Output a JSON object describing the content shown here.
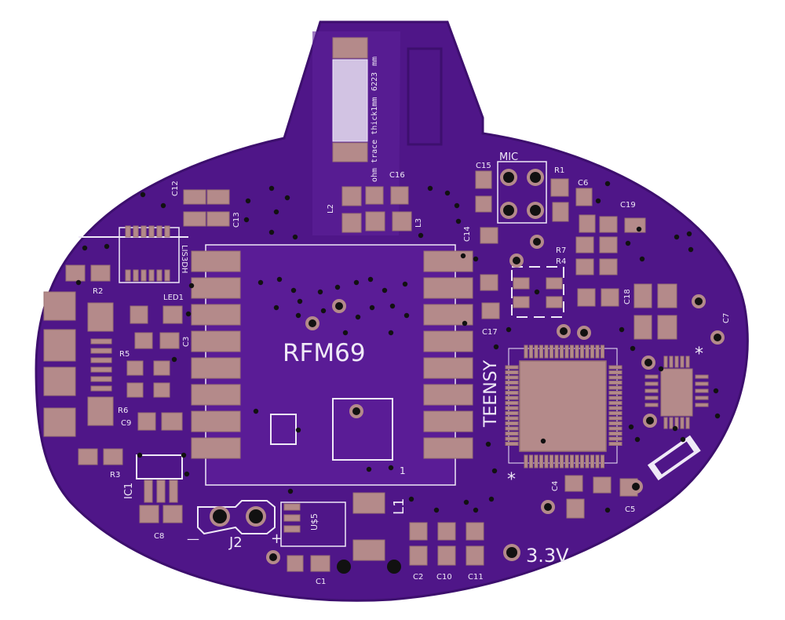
{
  "board": {
    "colors": {
      "substrate": "#4f1688",
      "substrate_edge": "#3d0f6e",
      "copper_pour": "#5d219a",
      "pad": "#b48a8a",
      "pad_edge": "#9a7272",
      "hole": "#111111",
      "silkscreen": "#efe9f7",
      "ring": "#d8b26a"
    },
    "labels": {
      "rfm": "RFM69",
      "teensy": "TEENSY",
      "mic": "MIC",
      "voltage": "3.3V",
      "minus": "—",
      "plus": "+",
      "j2": "J2",
      "l1": "L1",
      "l2": "L2",
      "l3": "L3",
      "ic1": "IC1",
      "us5": "U$5",
      "lis": "LIS3DH",
      "led1": "LED1",
      "trace_note": "ohm trace thick1mm",
      "trace_note_overlap": "6223",
      "trace_note_unit": "mm",
      "one": "1",
      "star": "*",
      "r1": "R1",
      "r2": "R2",
      "r3": "R3",
      "r4": "R4",
      "r5": "R5",
      "r6": "R6",
      "r7": "R7",
      "c1": "C1",
      "c2": "C2",
      "c3": "C3",
      "c4": "C4",
      "c5": "C5",
      "c6": "C6",
      "c7": "C7",
      "c8": "C8",
      "c9": "C9",
      "c10": "C10",
      "c11": "C11",
      "c12": "C12",
      "c13": "C13",
      "c14": "C14",
      "c15": "C15",
      "c16": "C16",
      "c17": "C17",
      "c18": "C18",
      "c19": "C19"
    }
  }
}
